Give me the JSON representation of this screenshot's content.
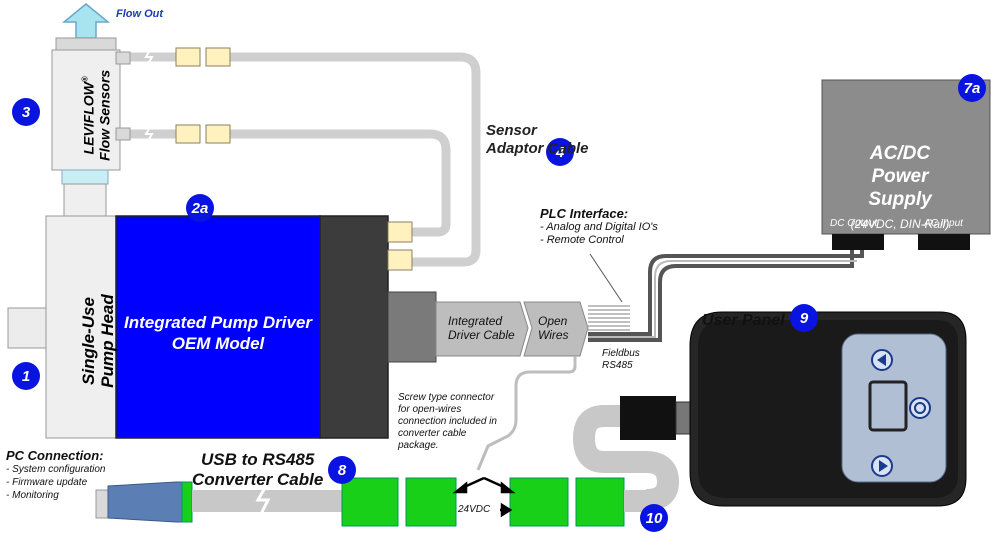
{
  "labels": {
    "flow_out": "Flow Out",
    "leviflow_line1": "LEVIFLOW",
    "leviflow_reg": "®",
    "leviflow_line2": "Flow Sensors",
    "sensor_line1": "Sensor",
    "sensor_line2": "Adaptor Cable",
    "plc_title": "PLC Interface:",
    "plc_item1": "- Analog and Digital IO's",
    "plc_item2": "- Remote Control",
    "pump_head_line1": "Single-Use",
    "pump_head_line2": "Pump Head",
    "driver_line1": "Integrated Pump Driver",
    "driver_line2": "OEM Model",
    "cable_line1": "Integrated",
    "cable_line2": "Driver Cable",
    "open_line1": "Open",
    "open_line2": "Wires",
    "fieldbus_line1": "Fieldbus",
    "fieldbus_line2": "RS485",
    "psu_line1": "AC/DC",
    "psu_line2": "Power",
    "psu_line3": "Supply",
    "psu_line4": "(24VDC, DIN-Rail)",
    "dc_output": "DC Output",
    "ac_input": "AC Input",
    "user_panel": "User Panel",
    "screw_note": "Screw type connector for open-wires connection included in converter cable package.",
    "pc_title": "PC Connection:",
    "pc_item1": "- System configuration",
    "pc_item2": "- Firmware update",
    "pc_item3": "- Monitoring",
    "usb_line1": "USB to RS485",
    "usb_line2": "Converter Cable",
    "v24": "24VDC"
  },
  "badges": {
    "b1": "1",
    "b2a": "2a",
    "b3": "3",
    "b4": "4",
    "b7a": "7a",
    "b8": "8",
    "b9": "9",
    "b10": "10"
  },
  "colors": {
    "driver_blue": "#0000ff",
    "badge_blue": "#0a14e0",
    "connector_yellow": "#fff2bf",
    "connector_green": "#18d018",
    "cable_gray": "#c8c8c8",
    "psu_gray": "#8c8c8c",
    "panel_dark": "#262626",
    "panel_face": "#b0bfd4",
    "usb_plug_blue": "#5b7fb5"
  }
}
